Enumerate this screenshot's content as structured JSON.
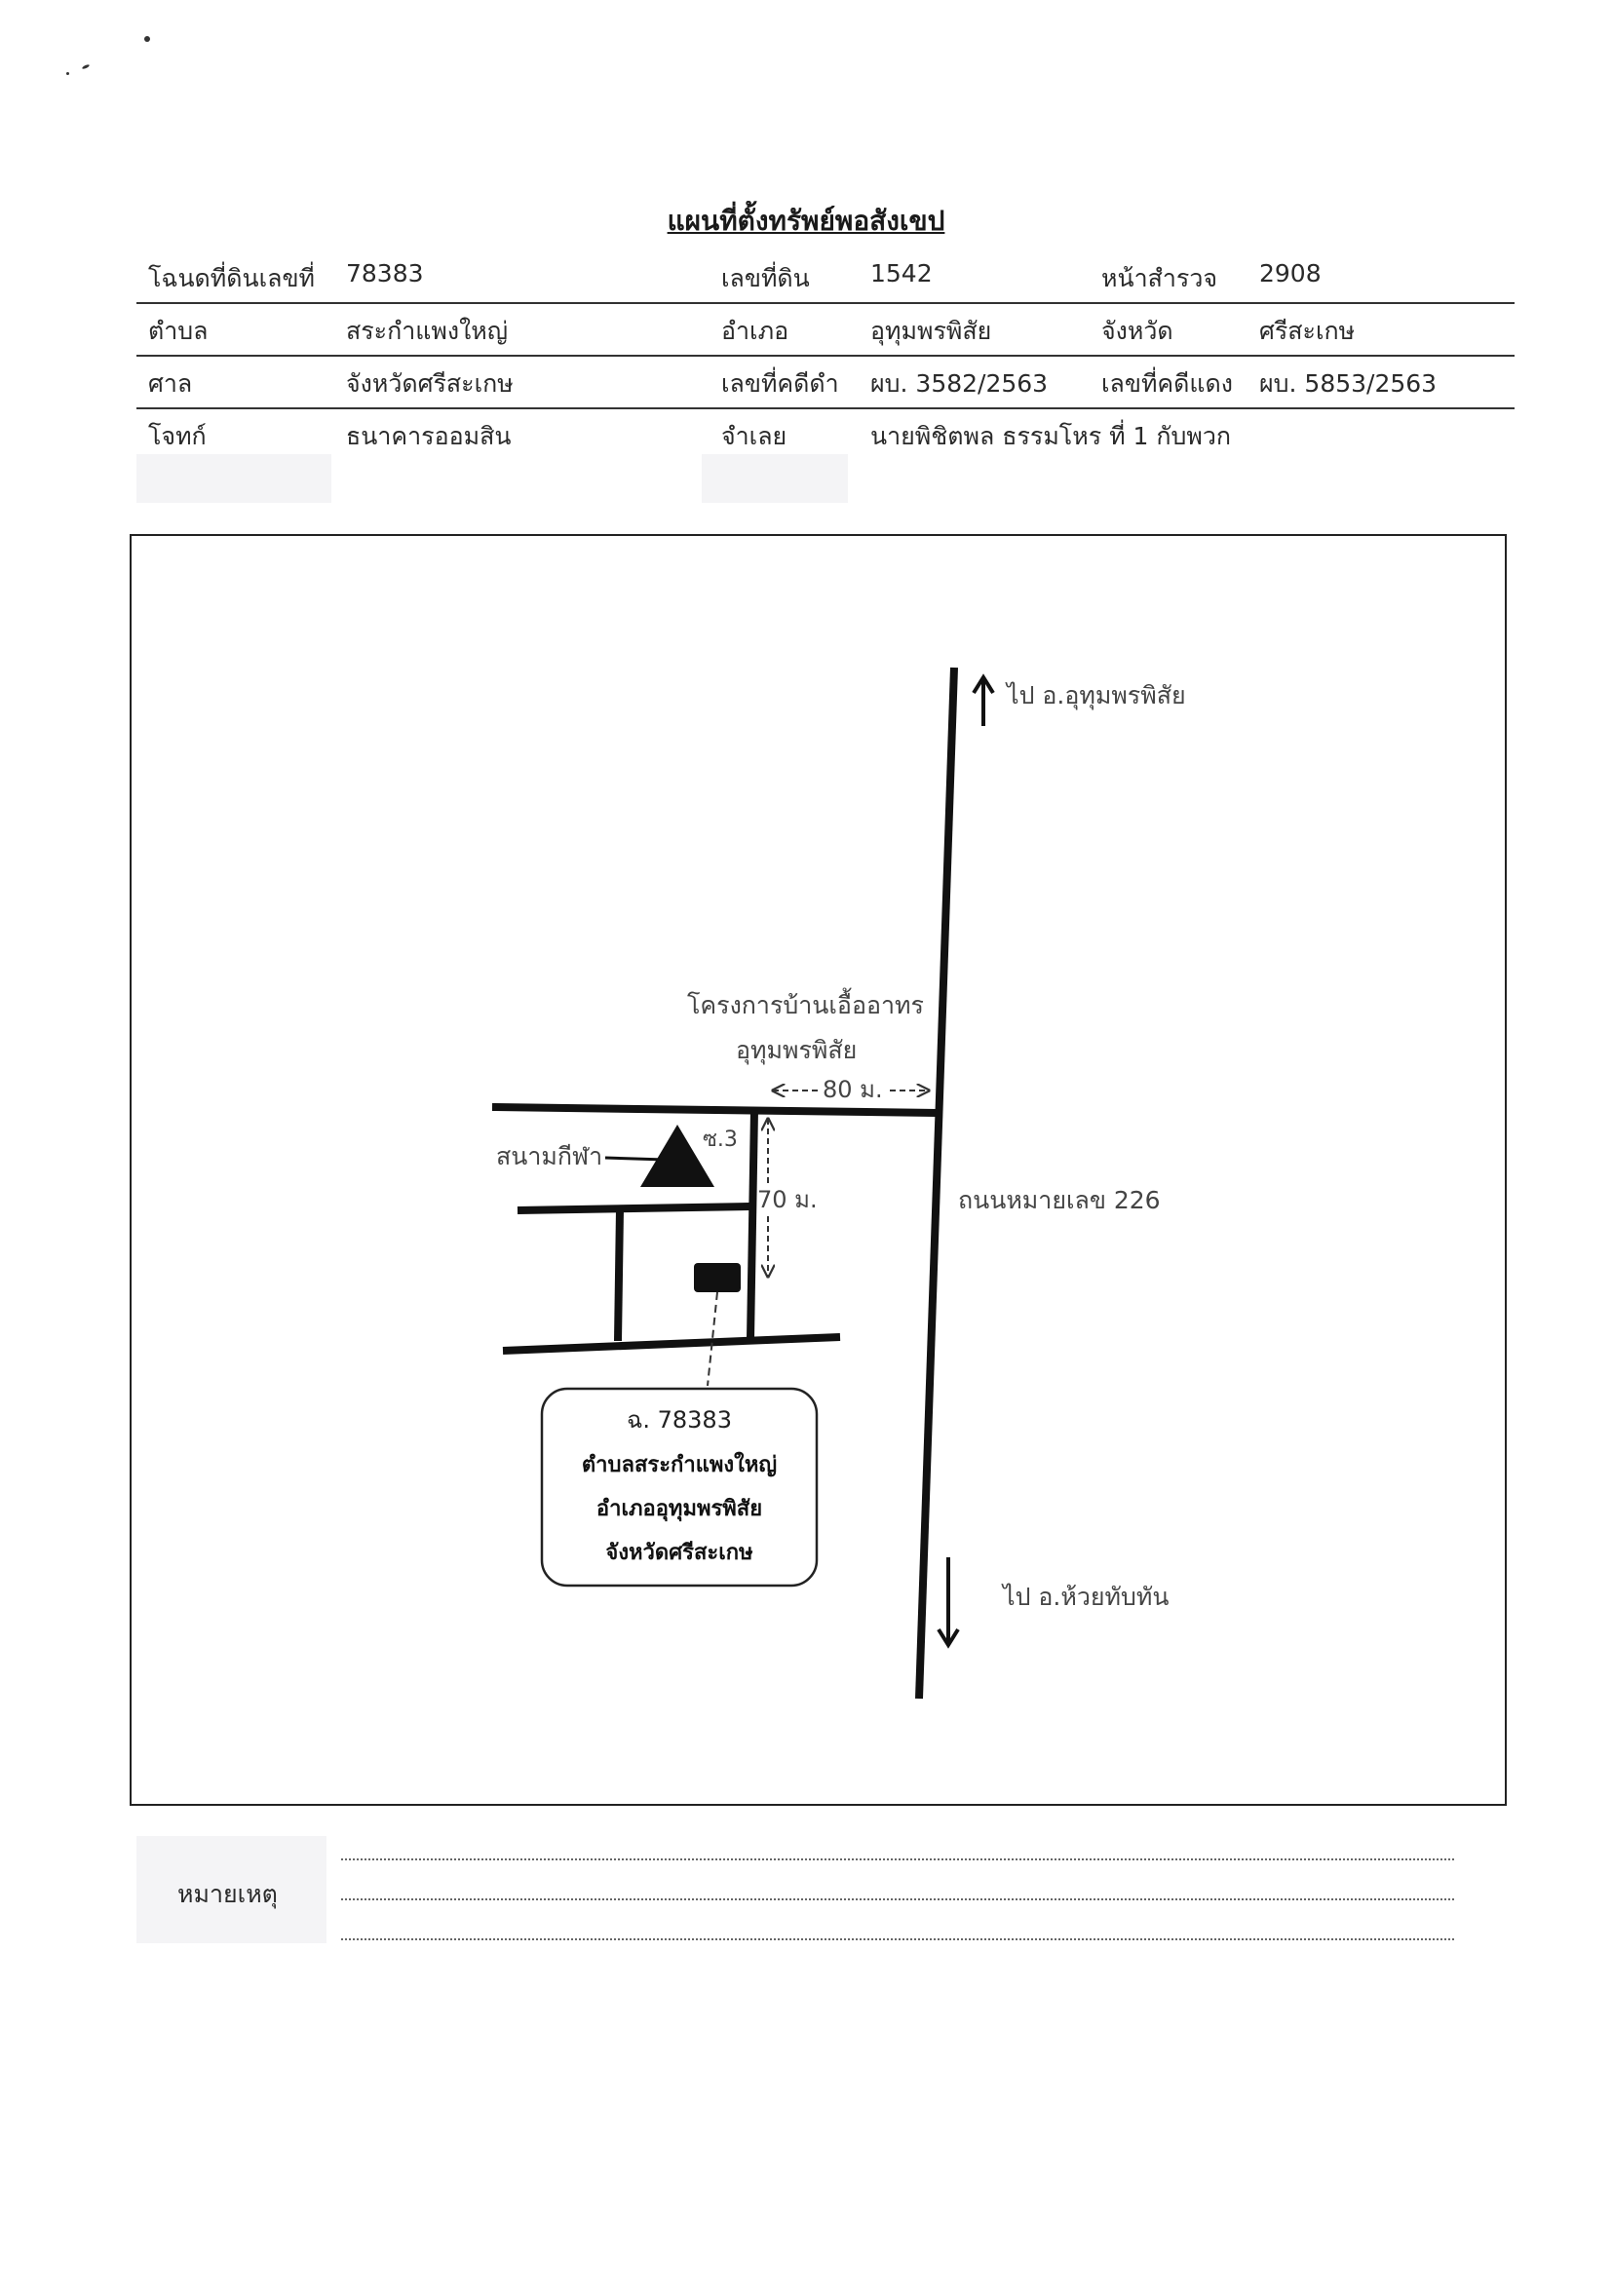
{
  "title": "แผนที่ตั้งทรัพย์พอสังเขป",
  "info": {
    "deed_label": "โฉนดที่ดินเลขที่",
    "deed_value": "78383",
    "land_no_label": "เลขที่ดิน",
    "land_no_value": "1542",
    "survey_label": "หน้าสำรวจ",
    "survey_value": "2908",
    "subdistrict_label": "ตำบล",
    "subdistrict_value": "สระกำแพงใหญ่",
    "district_label": "อำเภอ",
    "district_value": "อุทุมพรพิสัย",
    "province_label": "จังหวัด",
    "province_value": "ศรีสะเกษ",
    "court_label": "ศาล",
    "court_value": "จังหวัดศรีสะเกษ",
    "black_case_label": "เลขที่คดีดำ",
    "black_case_value": "ผบ. 3582/2563",
    "red_case_label": "เลขที่คดีแดง",
    "red_case_value": "ผบ. 5853/2563",
    "plaintiff_label": "โจทก์",
    "plaintiff_value": "ธนาคารออมสิน",
    "defendant_label": "จำเลย",
    "defendant_value": "นายพิชิตพล ธรรมโหร ที่ 1 กับพวก"
  },
  "map": {
    "north_direction": "ไป อ.อุทุมพรพิสัย",
    "south_direction": "ไป อ.ห้วยทับทัน",
    "project_line1": "โครงการบ้านเอื้ออาทร",
    "project_line2": "อุทุมพรพิสัย",
    "distance_80": "80 ม.",
    "stadium": "สนามกีฬา",
    "soi": "ซ.3",
    "distance_70": "70 ม.",
    "highway": "ถนนหมายเลข 226",
    "callout_line1": "ฉ. 78383",
    "callout_line2": "ตำบลสระกำแพงใหญ่",
    "callout_line3": "อำเภออุทุมพรพิสัย",
    "callout_line4": "จังหวัดศรีสะเกษ"
  },
  "remark_label": "หมายเหตุ"
}
